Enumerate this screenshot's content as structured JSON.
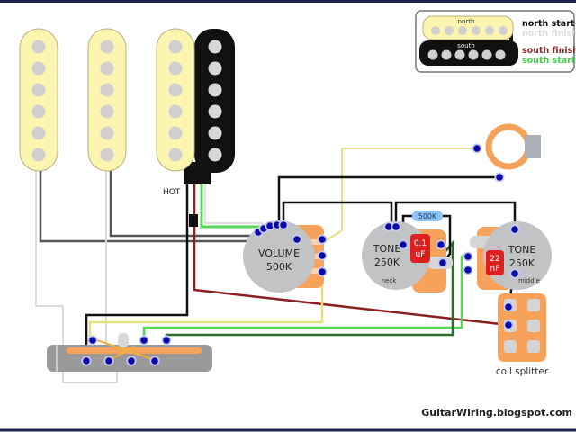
{
  "legend": {
    "north_label": "north",
    "south_label": "south",
    "north_start": "north start",
    "north_finish": "north finish",
    "south_finish": "south finish",
    "south_start": "south start",
    "colors": {
      "north_start": "#111111",
      "north_finish": "#dddddd",
      "south_finish": "#8b2a2a",
      "south_start": "#44cc44"
    }
  },
  "pickups": {
    "hot_label": "HOT"
  },
  "controls": {
    "volume": {
      "name": "VOLUME",
      "value": "500K"
    },
    "tone_neck": {
      "name": "TONE",
      "value": "250K",
      "position": "neck",
      "cap": [
        "0.1",
        "uF"
      ],
      "resistor": "500K"
    },
    "tone_middle": {
      "name": "TONE",
      "value": "250K",
      "position": "middle",
      "cap": [
        "22",
        "nF"
      ]
    },
    "coil_splitter": {
      "label": "coil splitter"
    }
  },
  "footer": {
    "credit": "GuitarWiring.blogspot.com"
  },
  "colors": {
    "pickup_cream": "#fbf5b0",
    "pot_gray": "#c2c3c4",
    "lug_orange": "#f7a25a",
    "solder_blue": "#0a0aa8",
    "cap_red": "#dd1f1f",
    "resistor_blue": "#8cc3f2",
    "wire_yellow": "#e8e07a",
    "wire_green": "#55d855",
    "wire_darkgreen": "#2c6e2c",
    "wire_red": "#8b2020",
    "wire_gray": "#555555"
  }
}
